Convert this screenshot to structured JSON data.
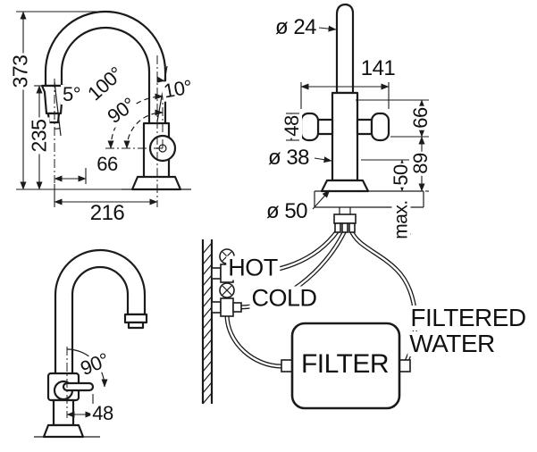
{
  "page": {
    "background": "#ffffff",
    "line_color": "#1b1b1b"
  },
  "side_view": {
    "dim_total_height": "373",
    "dim_outlet_height": "235",
    "angle_spray_tilt": "5°",
    "angle_rotation_100": "100°",
    "angle_rotation_90": "90°",
    "angle_swivel_10": "10°",
    "dim_offset_66": "66",
    "dim_reach_216": "216"
  },
  "front_view": {
    "dia_spout": "ø 24",
    "dim_width_141": "141",
    "dim_handle_48": "48",
    "dia_body": "ø 38",
    "dia_base": "ø 50",
    "dim_66": "66",
    "dim_89": "89",
    "dim_50": "50",
    "label_max": "max."
  },
  "handle_view": {
    "angle_handle_90": "90°",
    "dim_handle_48": "48"
  },
  "schematic": {
    "label_hot": "HOT",
    "label_cold": "COLD",
    "label_filter": "FILTER",
    "label_filtered_water_line1": "FILTERED",
    "label_filtered_water_line2": "WATER"
  }
}
